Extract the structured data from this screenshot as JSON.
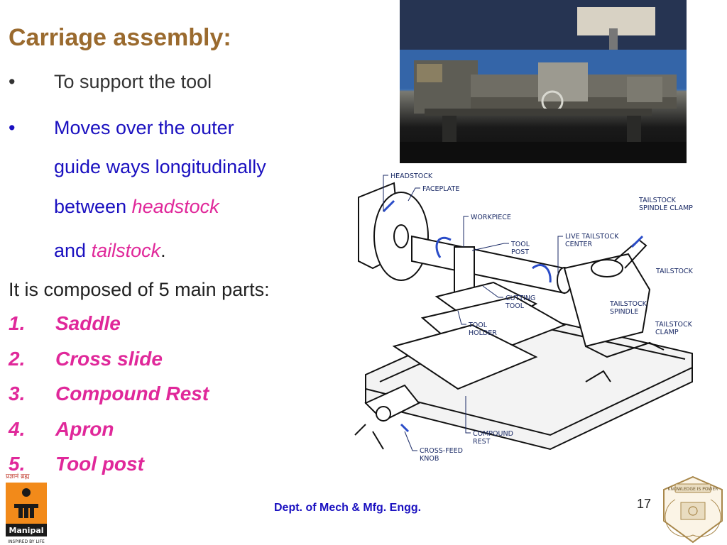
{
  "slide": {
    "title": "Carriage assembly:",
    "bullets": [
      {
        "marker": "•",
        "text": "To support the tool"
      },
      {
        "marker": "•",
        "lines": {
          "l1": "Moves over the outer",
          "l2": "guide ways longitudinally",
          "l3_pre": "between ",
          "l3_em": "headstock",
          "l4_pre": "and ",
          "l4_em": "tailstock",
          "l4_post": "."
        }
      }
    ],
    "composed": "It is composed of 5 main parts:",
    "parts": [
      {
        "num": "1.",
        "name": "Saddle"
      },
      {
        "num": "2.",
        "name": "Cross slide"
      },
      {
        "num": "3.",
        "name": "Compound Rest"
      },
      {
        "num": "4.",
        "name": "Apron"
      },
      {
        "num": "5.",
        "name": "Tool post"
      }
    ]
  },
  "diagram_labels": {
    "headstock": "HEADSTOCK",
    "faceplate": "FACEPLATE",
    "workpiece": "WORKPIECE",
    "tool_post_1": "TOOL",
    "tool_post_2": "POST",
    "live_center_1": "LIVE TAILSTOCK",
    "live_center_2": "CENTER",
    "spindle_clamp_1": "TAILSTOCK",
    "spindle_clamp_2": "SPINDLE CLAMP",
    "tailstock": "TAILSTOCK",
    "cutting_tool_1": "CUTTING",
    "cutting_tool_2": "TOOL",
    "ts_spindle_1": "TAILSTOCK",
    "ts_spindle_2": "SPINDLE",
    "tool_holder_1": "TOOL",
    "tool_holder_2": "HOLDER",
    "ts_clamp_1": "TAILSTOCK",
    "ts_clamp_2": "CLAMP",
    "compound_rest_1": "COMPOUND",
    "compound_rest_2": "REST",
    "cross_feed_1": "CROSS-FEED",
    "cross_feed_2": "KNOB"
  },
  "footer": {
    "dept": "Dept. of Mech & Mfg. Engg.",
    "page": "17",
    "logo_left_script": "प्रज्ञानं ब्रह्म",
    "logo_left_name": "Manipal",
    "logo_left_tagline": "INSPIRED BY LIFE",
    "logo_right_motto": "KNOWLEDGE IS POWER"
  },
  "colors": {
    "title": "#9a6a2e",
    "body_blue": "#1a10c0",
    "accent_pink": "#e0289a",
    "label_navy": "#1a2a66",
    "arrow_blue": "#2a4cc8"
  }
}
